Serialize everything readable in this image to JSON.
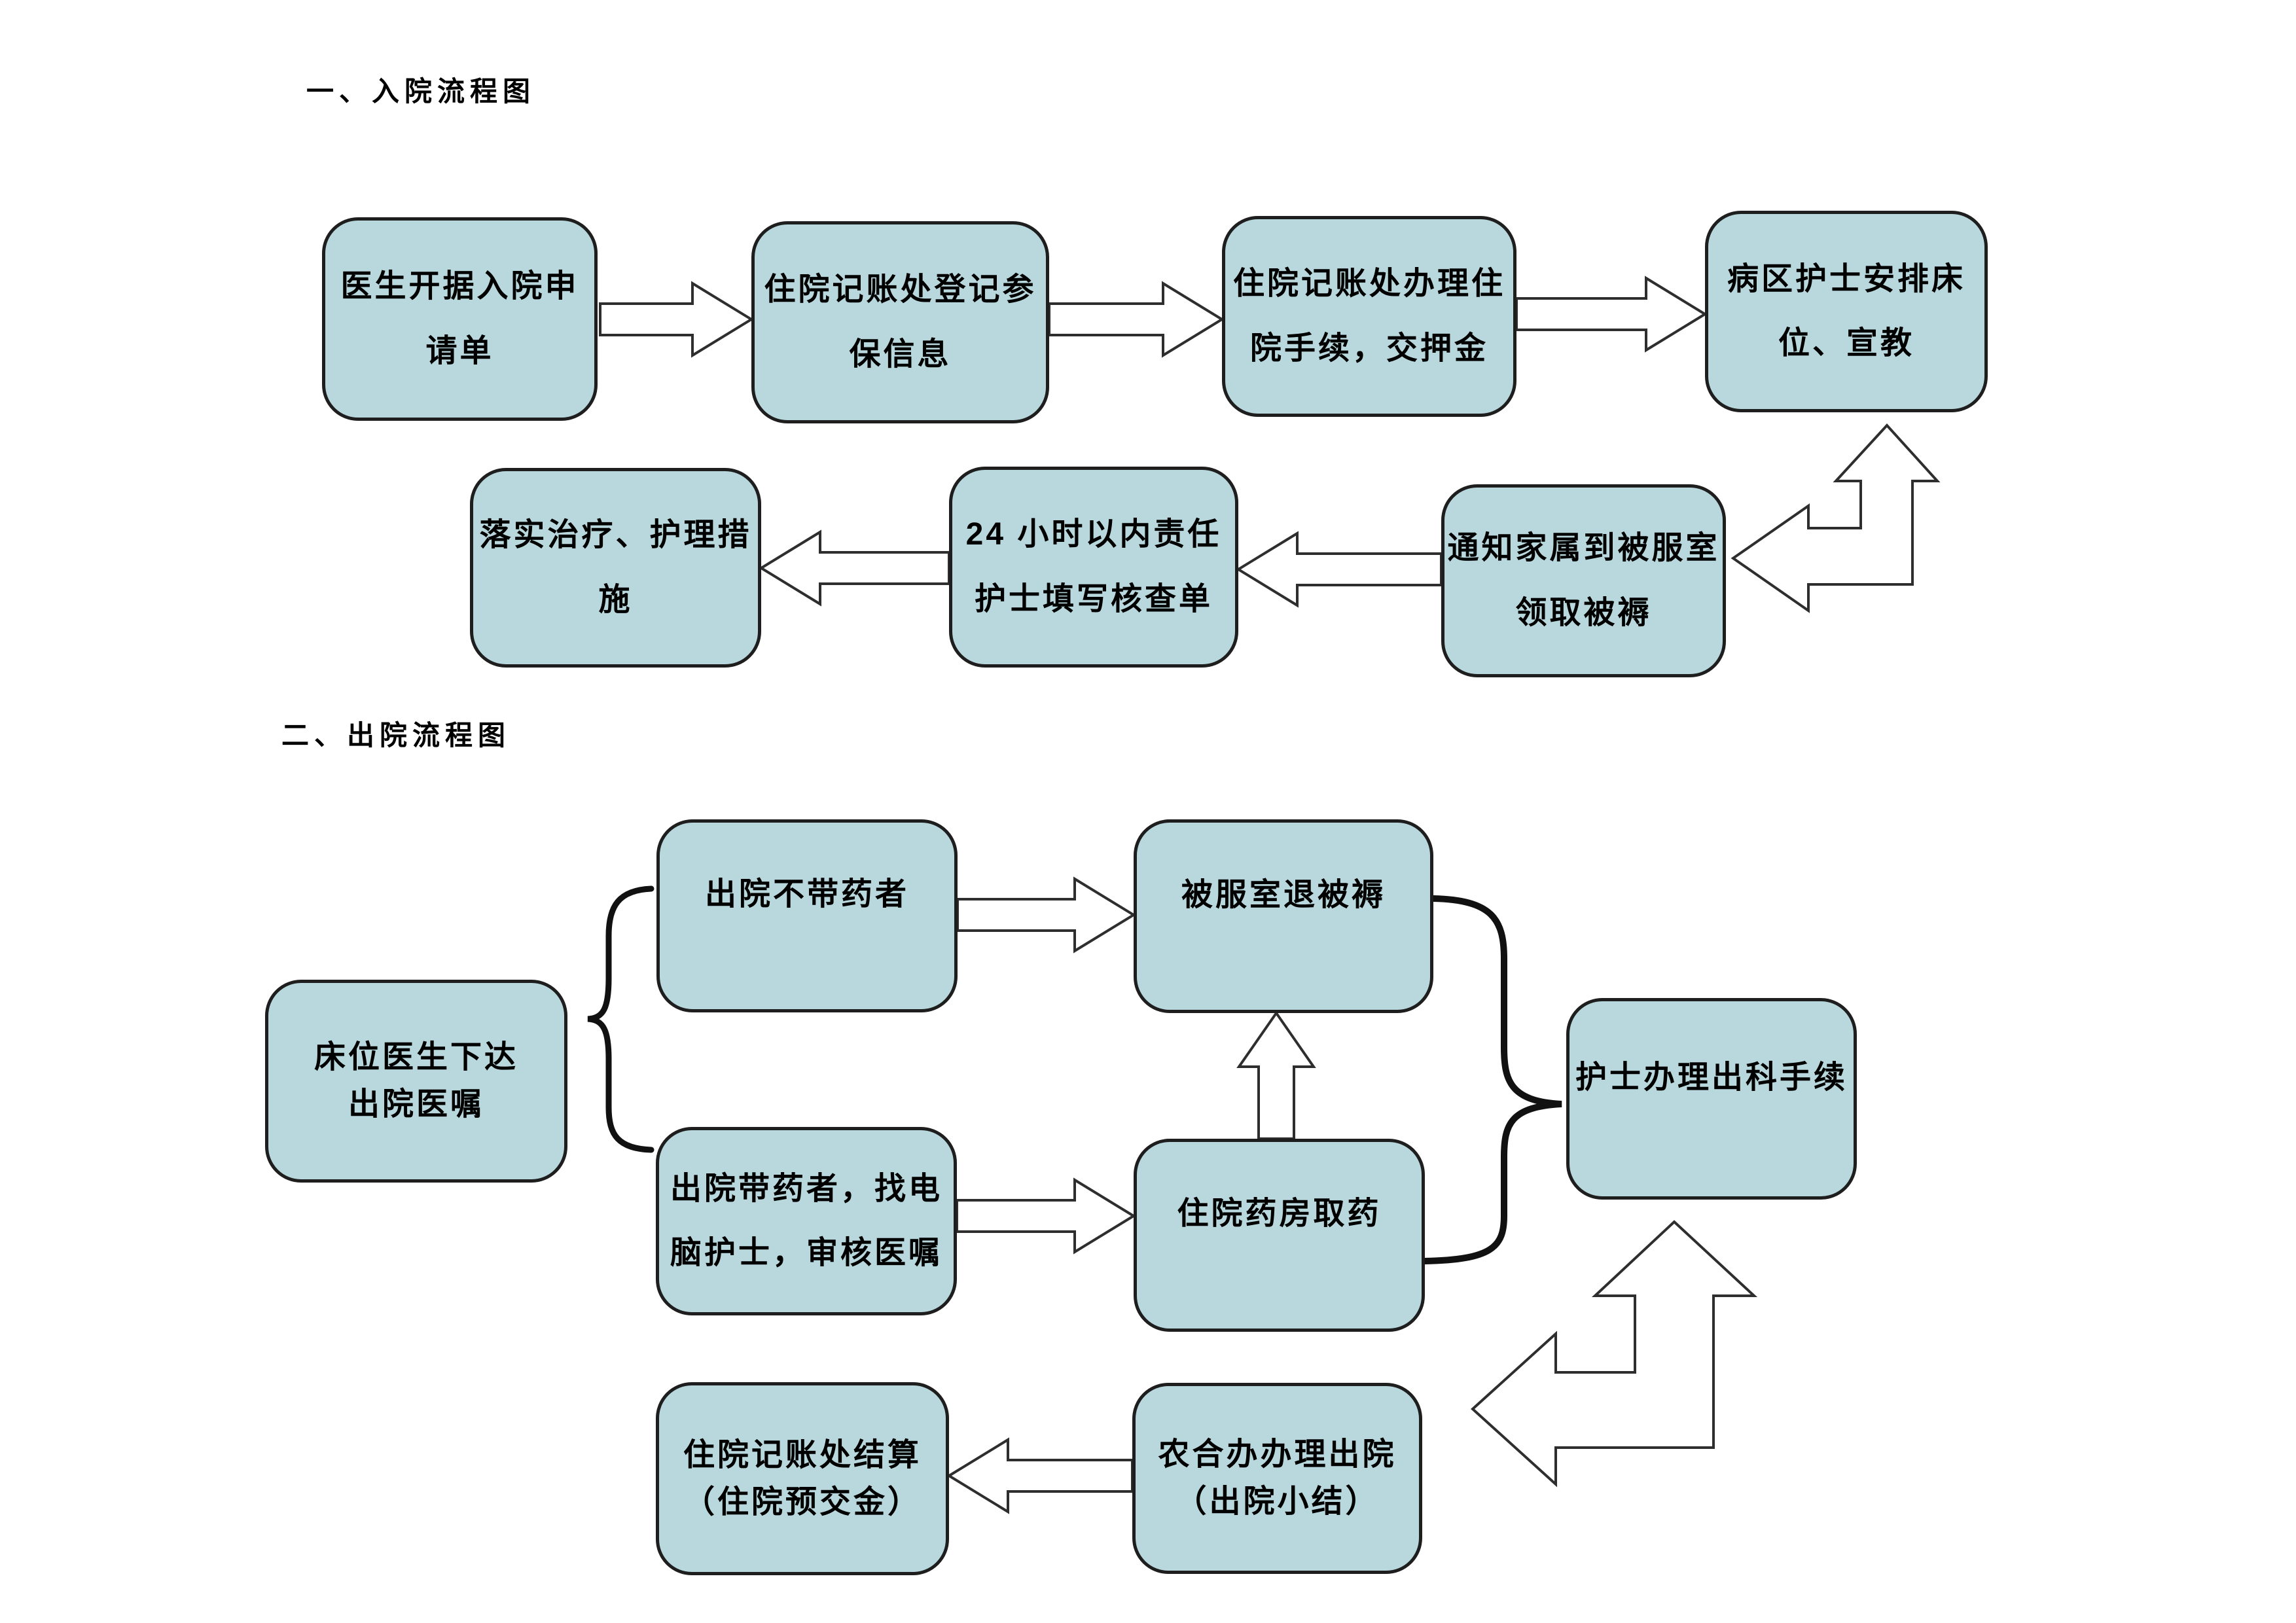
{
  "colors": {
    "box_fill": "#b9d8dd",
    "box_border": "#1e1e1e",
    "arrow_fill": "#ffffff",
    "arrow_stroke": "#2e2e2e",
    "connector": "#111111",
    "text": "#000000"
  },
  "sections": [
    {
      "title": "一、入院流程图",
      "boxes": [
        {
          "lines": [
            "医生开据入院申",
            "请单"
          ]
        },
        {
          "lines": [
            "住院记账处登记参",
            "保信息"
          ]
        },
        {
          "lines": [
            "住院记账处办理住",
            "院手续，交押金"
          ]
        },
        {
          "lines": [
            "病区护士安排床",
            "位、宣教"
          ]
        },
        {
          "lines": [
            "通知家属到被服室",
            "领取被褥"
          ]
        },
        {
          "lines": [
            "24 小时以内责任",
            "护士填写核查单"
          ]
        },
        {
          "lines": [
            "落实治疗、护理措",
            "施"
          ]
        }
      ]
    },
    {
      "title": "二、出院流程图",
      "boxes": [
        {
          "lines": [
            "床位医生下达",
            "出院医嘱"
          ]
        },
        {
          "lines": [
            "出院不带药者"
          ]
        },
        {
          "lines": [
            "被服室退被褥"
          ]
        },
        {
          "lines": [
            "出院带药者，找电",
            "脑护士，审核医嘱"
          ]
        },
        {
          "lines": [
            "住院药房取药"
          ]
        },
        {
          "lines": [
            "护士办理出科手续"
          ]
        },
        {
          "lines": [
            "农合办办理出院",
            "（出院小结）"
          ]
        },
        {
          "lines": [
            "住院记账处结算",
            "（住院预交金）"
          ]
        }
      ]
    }
  ]
}
